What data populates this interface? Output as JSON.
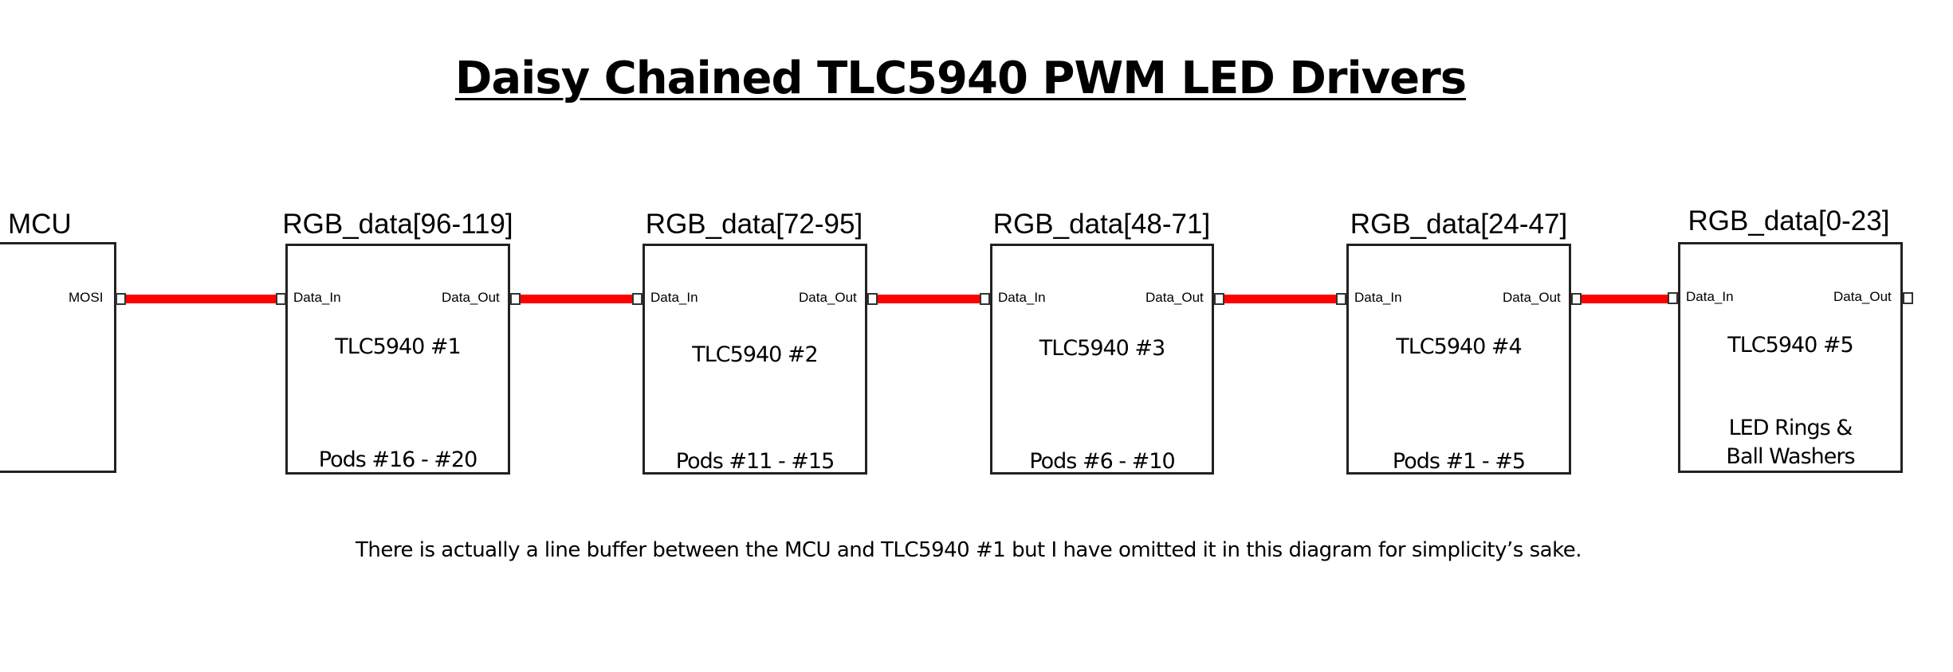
{
  "title": "Daisy Chained TLC5940 PWM LED Drivers",
  "mcu": {
    "label": "MCU",
    "pin": "MOSI"
  },
  "drivers": [
    {
      "header": "RGB_data[96-119]",
      "chip": "TLC5940 #1",
      "pods": "Pods #16 - #20",
      "in": "Data_In",
      "out": "Data_Out"
    },
    {
      "header": "RGB_data[72-95]",
      "chip": "TLC5940 #2",
      "pods": "Pods #11 - #15",
      "in": "Data_In",
      "out": "Data_Out"
    },
    {
      "header": "RGB_data[48-71]",
      "chip": "TLC5940 #3",
      "pods": "Pods #6 - #10",
      "in": "Data_In",
      "out": "Data_Out"
    },
    {
      "header": "RGB_data[24-47]",
      "chip": "TLC5940 #4",
      "pods": "Pods #1 - #5",
      "in": "Data_In",
      "out": "Data_Out"
    },
    {
      "header": "RGB_data[0-23]",
      "chip": "TLC5940 #5",
      "pods_line1": "LED Rings &",
      "pods_line2": "Ball Washers",
      "in": "Data_In",
      "out": "Data_Out"
    }
  ],
  "caption": "There is actually a line buffer between the MCU and TLC5940 #1 but I have omitted it in this diagram for simplicity’s sake.",
  "colors": {
    "wire": "#ff0000"
  }
}
